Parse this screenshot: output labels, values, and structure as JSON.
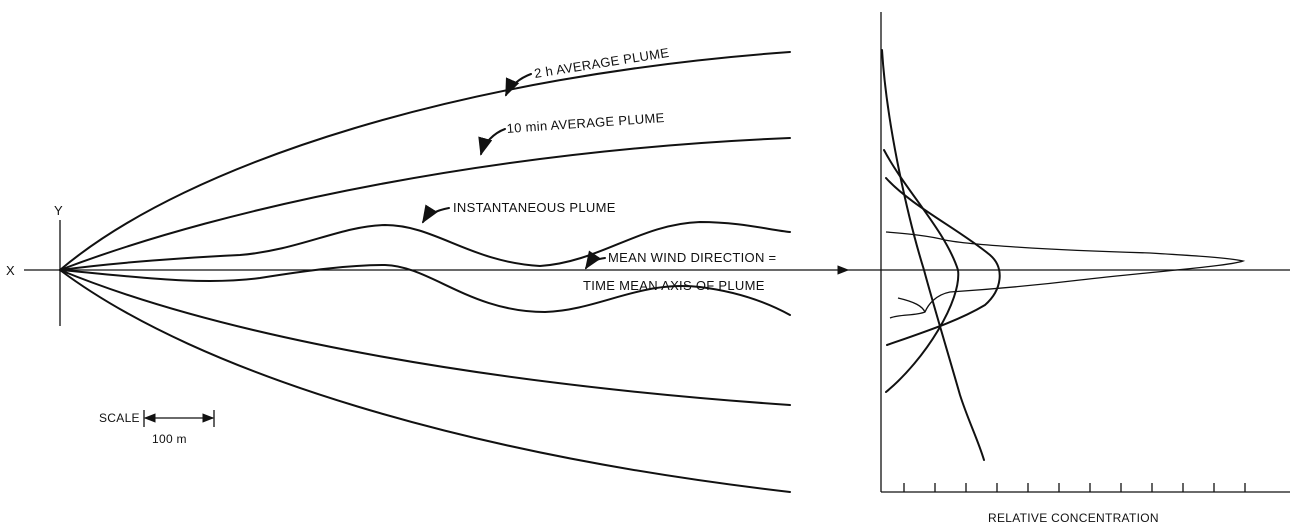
{
  "axes": {
    "x_label": "X",
    "y_label": "Y"
  },
  "plume_labels": {
    "two_hour": "2 h AVERAGE PLUME",
    "ten_min": "10 min AVERAGE PLUME",
    "instantaneous": "INSTANTANEOUS PLUME",
    "mean_wind_line1": "MEAN WIND DIRECTION =",
    "mean_wind_line2": "TIME MEAN AXIS OF PLUME"
  },
  "scale": {
    "label": "SCALE",
    "distance": "100 m"
  },
  "profile": {
    "x_label": "RELATIVE CONCENTRATION"
  }
}
